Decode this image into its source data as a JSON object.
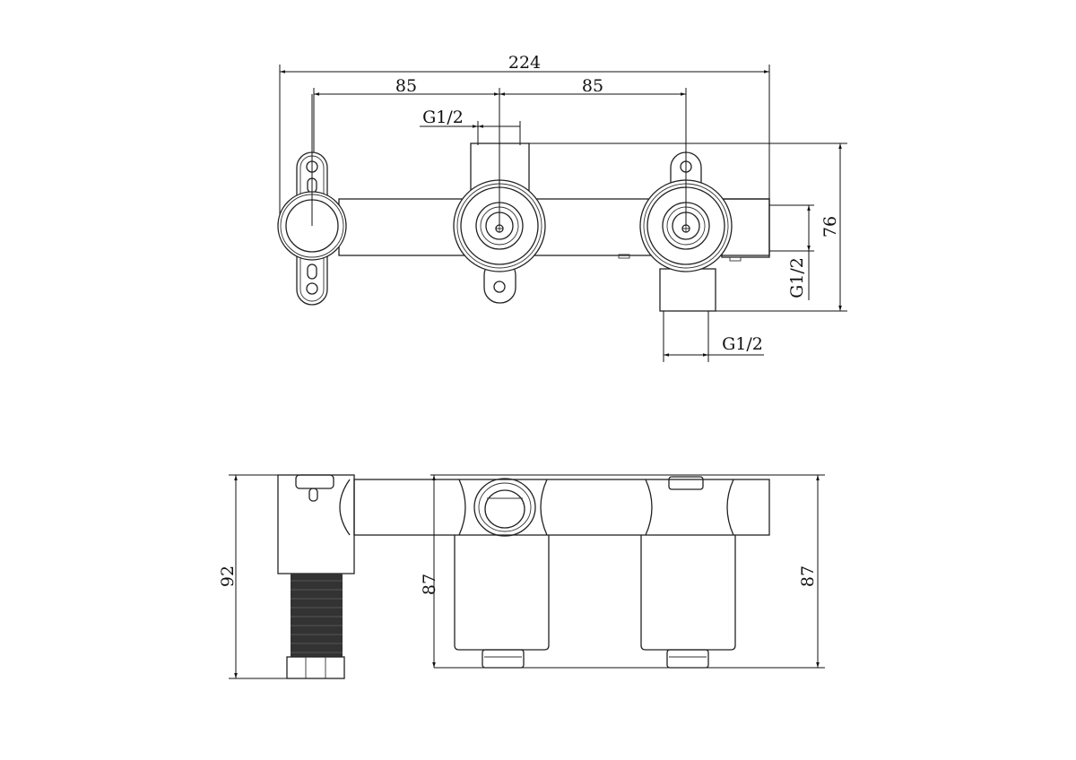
{
  "top_view": {
    "dims": {
      "overall_width": "224",
      "spacing_left": "85",
      "spacing_right": "85",
      "thread_top": "G1/2",
      "height": "76",
      "thread_right": "G1/2",
      "thread_bottom": "G1/2"
    }
  },
  "side_view": {
    "dims": {
      "left_height": "92",
      "middle_height": "87",
      "right_height": "87"
    }
  },
  "colors": {
    "line": "#222222",
    "background": "#ffffff"
  }
}
